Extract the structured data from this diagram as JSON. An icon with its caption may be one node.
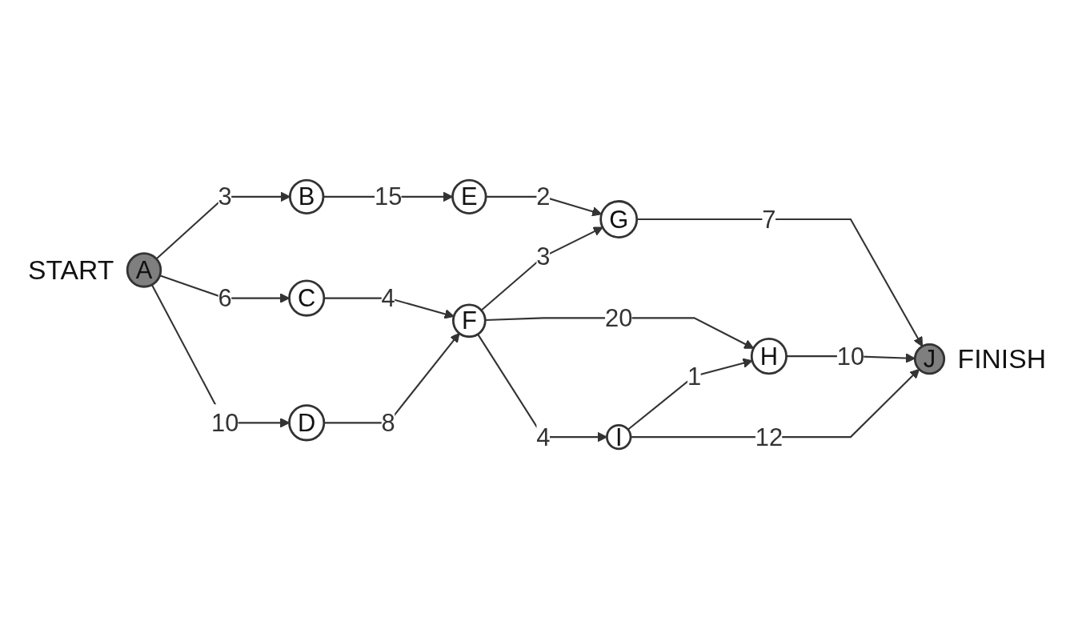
{
  "diagram": {
    "nodes": [
      {
        "text": [
          "A"
        ],
        "beside": [
          "START"
        ]
      },
      {
        "text": [
          "B"
        ]
      },
      {
        "text": [
          "C"
        ]
      },
      {
        "text": [
          "D"
        ]
      },
      {
        "text": [
          "E"
        ]
      },
      {
        "text": [
          "F"
        ]
      },
      {
        "text": [
          "G"
        ]
      },
      {
        "text": [
          "H"
        ]
      },
      {
        "text": [
          "I"
        ]
      },
      {
        "text": [
          "J"
        ],
        "beside": [
          "FINISH"
        ]
      }
    ],
    "edges": [
      {
        "from": 0,
        "to": 1,
        "arrow": "to",
        "label": "3"
      },
      {
        "from": 0,
        "to": 2,
        "arrow": "to",
        "label": "6"
      },
      {
        "from": 0,
        "to": 3,
        "arrow": "to",
        "label": "10"
      },
      {
        "from": 1,
        "to": 4,
        "arrow": "to",
        "label": "15"
      },
      {
        "from": 4,
        "to": 6,
        "arrow": "to",
        "label": "2"
      },
      {
        "from": 2,
        "to": 5,
        "arrow": "to",
        "label": "4"
      },
      {
        "from": 3,
        "to": 5,
        "arrow": "to",
        "label": "8"
      },
      {
        "from": 5,
        "to": 6,
        "arrow": "to",
        "label": "3"
      },
      {
        "from": 5,
        "to": 7,
        "arrow": "to",
        "label": "20"
      },
      {
        "from": 5,
        "to": 8,
        "arrow": "to",
        "label": "4"
      },
      {
        "from": 8,
        "to": 7,
        "arrow": "to",
        "label": "1"
      },
      {
        "from": 6,
        "to": 9,
        "arrow": "to",
        "label": "7"
      },
      {
        "from": 7,
        "to": 9,
        "arrow": "to",
        "label": "10"
      },
      {
        "from": 8,
        "to": 9,
        "arrow": "to",
        "label": "12"
      }
    ]
  }
}
